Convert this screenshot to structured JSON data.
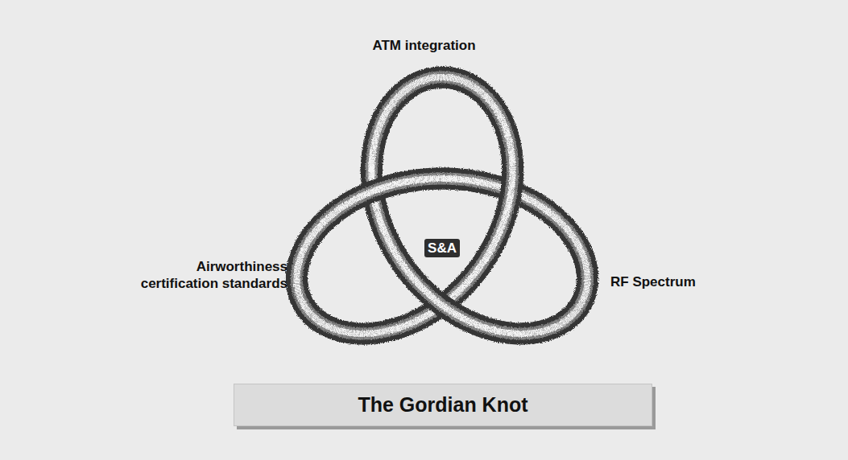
{
  "diagram": {
    "nodes": [
      {
        "text": [
          "The Gordian Knot"
        ]
      }
    ],
    "labels": [
      "ATM integration",
      "S&A",
      "Airworthiness certification standards",
      "RF Spectrum"
    ]
  }
}
